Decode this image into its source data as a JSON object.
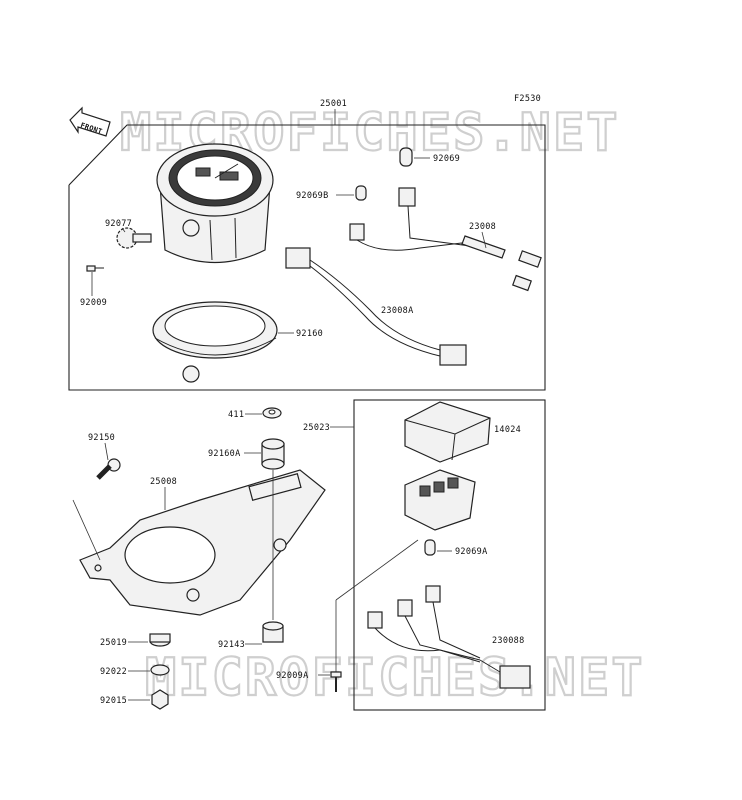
{
  "figure_code": "F2530",
  "front_label": "FRONT",
  "watermark": "MICROFICHES.NET",
  "parts": {
    "p25001": "25001",
    "p92069": "92069",
    "p92069B": "92069B",
    "p23008": "23008",
    "p92077": "92077",
    "p92009": "92009",
    "p23008A": "23008A",
    "p92160": "92160",
    "p411": "411",
    "p25023": "25023",
    "p14024": "14024",
    "p92150": "92150",
    "p92160A": "92160A",
    "p25008": "25008",
    "p92069A": "92069A",
    "p230088": "230088",
    "p25019": "25019",
    "p92143": "92143",
    "p92022": "92022",
    "p92009A": "92009A",
    "p92015": "92015"
  }
}
